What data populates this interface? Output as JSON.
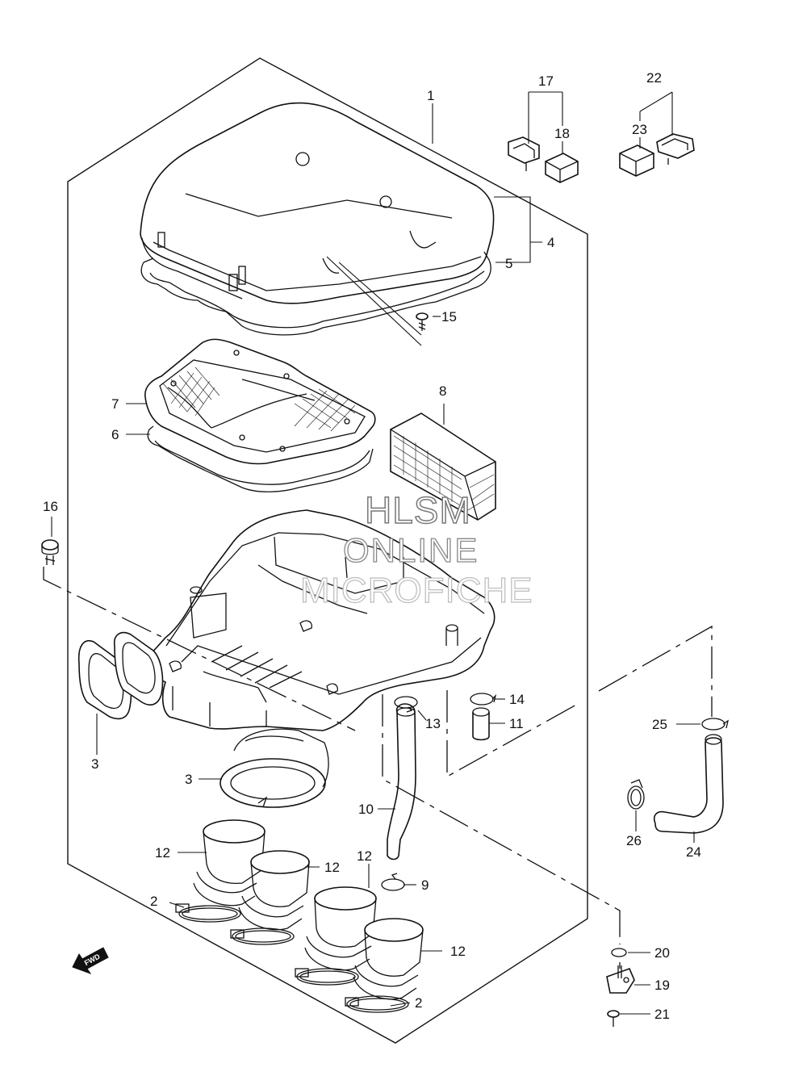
{
  "diagram": {
    "callouts": {
      "c1": "1",
      "c2a": "2",
      "c2b": "2",
      "c3a": "3",
      "c3b": "3",
      "c4": "4",
      "c5": "5",
      "c6": "6",
      "c7": "7",
      "c8": "8",
      "c9": "9",
      "c10": "10",
      "c11": "11",
      "c12a": "12",
      "c12b": "12",
      "c12c": "12",
      "c12d": "12",
      "c13": "13",
      "c14": "14",
      "c15": "15",
      "c16": "16",
      "c17": "17",
      "c18": "18",
      "c19": "19",
      "c20": "20",
      "c21": "21",
      "c22": "22",
      "c23": "23",
      "c24": "24",
      "c25": "25",
      "c26": "26"
    },
    "watermark": {
      "line1": "HLSM",
      "line2": "ONLINE",
      "line3": "MICROFICHE"
    },
    "fwd_label": "FWD"
  }
}
